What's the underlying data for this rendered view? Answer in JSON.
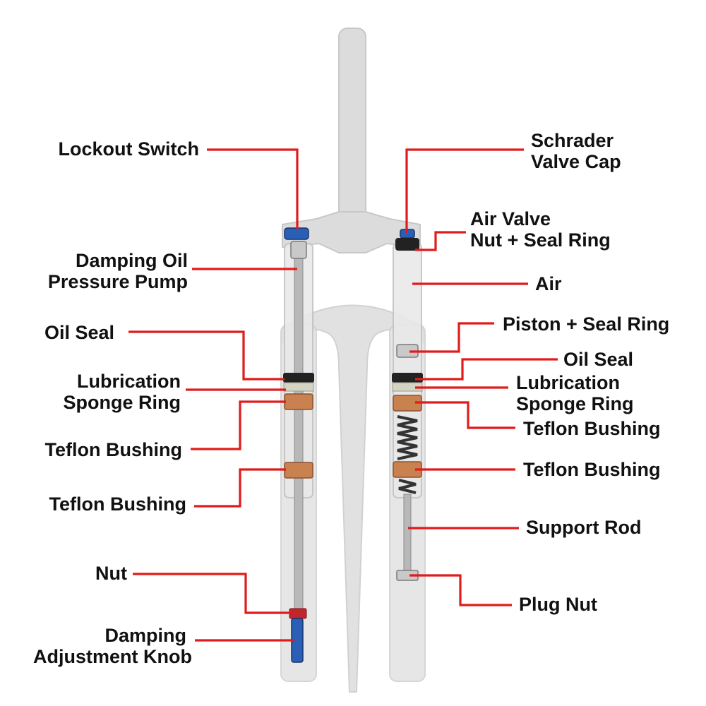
{
  "colors": {
    "leader": "#e11b1b",
    "fork_body": "#d9d9d9",
    "text": "#111111",
    "copper": "#c8814f",
    "blue": "#2a5fb5",
    "red": "#c0262c"
  },
  "labels": {
    "lockout_switch": [
      "Lockout Switch"
    ],
    "damping_pump": [
      "Damping Oil",
      "Pressure Pump"
    ],
    "oil_seal_left": [
      "Oil Seal"
    ],
    "lube_left": [
      "Lubrication",
      "Sponge Ring"
    ],
    "teflon_left_1": [
      "Teflon Bushing"
    ],
    "teflon_left_2": [
      "Teflon Bushing"
    ],
    "nut": [
      "Nut"
    ],
    "damping_knob": [
      "Damping",
      "Adjustment Knob"
    ],
    "schrader_cap": [
      "Schrader",
      "Valve Cap"
    ],
    "air_valve_nut": [
      "Air Valve",
      "Nut + Seal Ring"
    ],
    "air": [
      "Air"
    ],
    "piston": [
      "Piston + Seal Ring"
    ],
    "oil_seal_right": [
      "Oil Seal"
    ],
    "lube_right": [
      "Lubrication",
      "Sponge Ring"
    ],
    "teflon_right_1": [
      "Teflon Bushing"
    ],
    "teflon_right_2": [
      "Teflon Bushing"
    ],
    "support_rod": [
      "Support Rod"
    ],
    "plug_nut": [
      "Plug Nut"
    ]
  }
}
